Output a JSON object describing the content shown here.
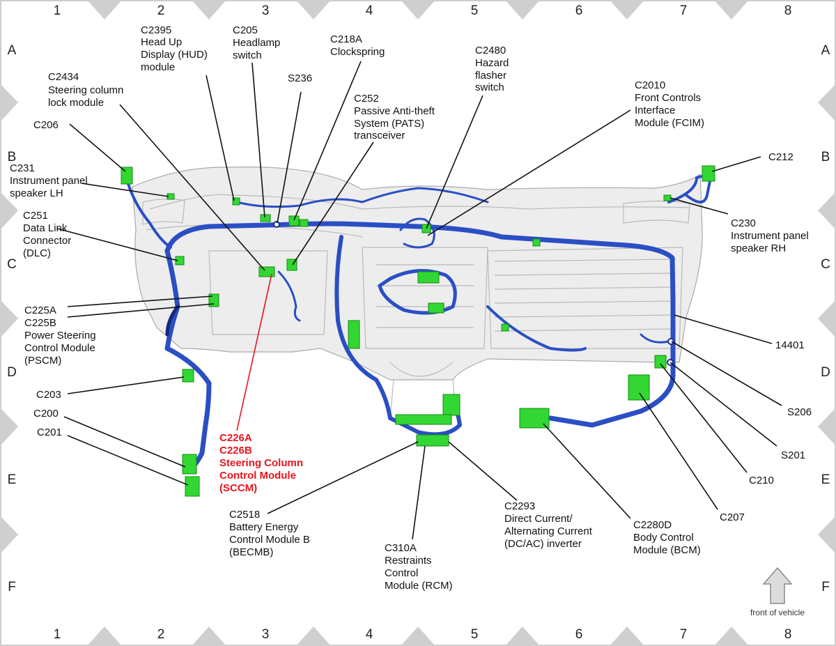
{
  "grid": {
    "columns": [
      "1",
      "2",
      "3",
      "4",
      "5",
      "6",
      "7",
      "8"
    ],
    "rows": [
      "A",
      "B",
      "C",
      "D",
      "E",
      "F"
    ]
  },
  "labels": {
    "c2395": [
      "C2395",
      "Head Up",
      "Display (HUD)",
      "module"
    ],
    "c205": [
      "C205",
      "Headlamp",
      "switch"
    ],
    "c218a": [
      "C218A",
      "Clockspring"
    ],
    "c2480": [
      "C2480",
      "Hazard",
      "flasher",
      "switch"
    ],
    "s236": [
      "S236"
    ],
    "c2434": [
      "C2434",
      "Steering column",
      "lock module"
    ],
    "c252": [
      "C252",
      "Passive Anti-theft",
      "System (PATS)",
      "transceiver"
    ],
    "c2010": [
      "C2010",
      "Front Controls",
      "Interface",
      "Module (FCIM)"
    ],
    "c206": [
      "C206"
    ],
    "c212": [
      "C212"
    ],
    "c231": [
      "C231",
      "Instrument panel",
      "speaker LH"
    ],
    "c230": [
      "C230",
      "Instrument panel",
      "speaker RH"
    ],
    "c251": [
      "C251",
      "Data Link",
      "Connector",
      "(DLC)"
    ],
    "c225": [
      "C225A",
      "C225B",
      "Power Steering",
      "Control Module",
      "(PSCM)"
    ],
    "n14401": [
      "14401"
    ],
    "c203": [
      "C203"
    ],
    "s206": [
      "S206"
    ],
    "c200": [
      "C200"
    ],
    "c201": [
      "C201"
    ],
    "s201": [
      "S201"
    ],
    "c226": [
      "C226A",
      "C226B",
      "Steering Column",
      "Control Module",
      "(SCCM)"
    ],
    "c210": [
      "C210"
    ],
    "c207": [
      "C207"
    ],
    "c2518": [
      "C2518",
      "Battery Energy",
      "Control Module B",
      "(BECMB)"
    ],
    "c2293": [
      "C2293",
      "Direct Current/",
      "Alternating Current",
      "(DC/AC) inverter"
    ],
    "c2280d": [
      "C2280D",
      "Body Control",
      "Module (BCM)"
    ],
    "c310a": [
      "C310A",
      "Restraints",
      "Control",
      "Module (RCM)"
    ]
  },
  "front_note": "front of vehicle",
  "colors": {
    "harness": "#2a4ec4",
    "connector": "#33d733",
    "highlight": "#e8141c"
  },
  "icons": {
    "front_arrow": "up-arrow-icon"
  }
}
